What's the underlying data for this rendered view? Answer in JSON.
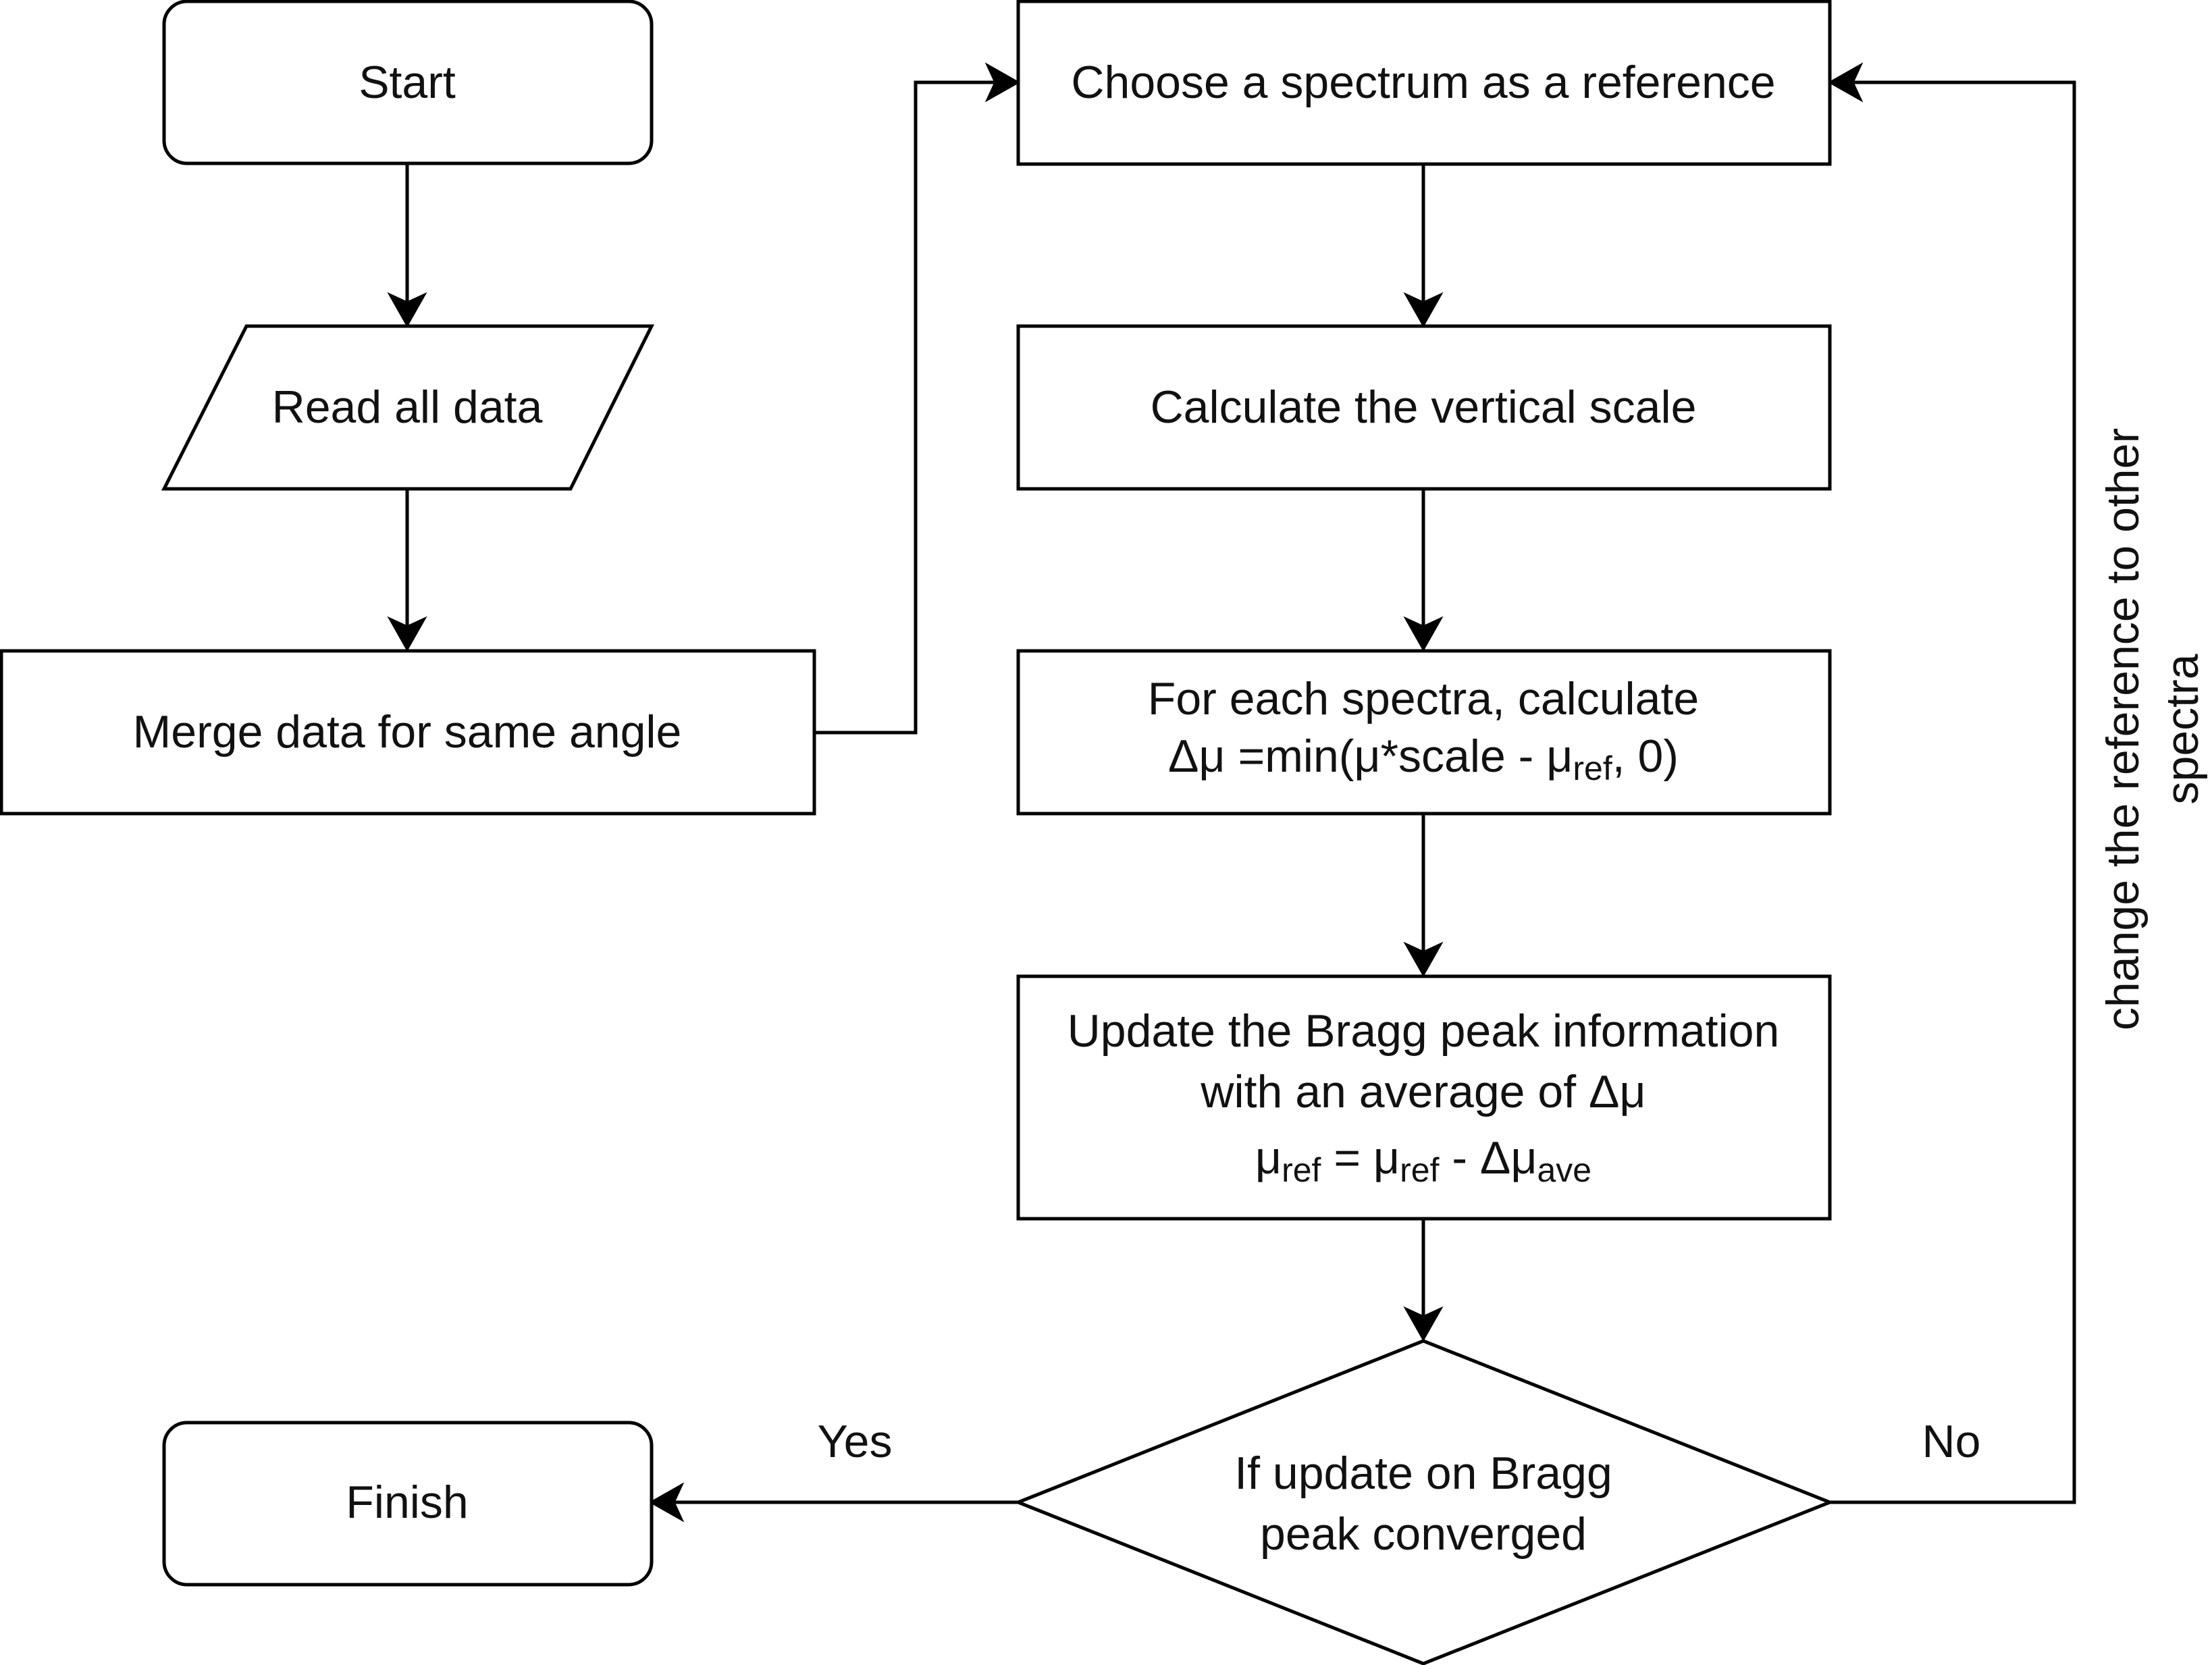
{
  "nodes": {
    "start": "Start",
    "read": "Read all data",
    "merge": "Merge data for same angle",
    "choose": "Choose a spectrum as a reference",
    "calc_scale": "Calculate the vertical scale",
    "for_each": {
      "line1": "For each spectra, calculate",
      "line2_main": "Δμ =min(μ*scale - μ",
      "line2_sub": "ref",
      "line2_tail": ", 0)"
    },
    "update": {
      "line1": "Update the Bragg peak information",
      "line2": "with an average of Δμ",
      "eq_mu1": "μ",
      "eq_ref1": "ref",
      "eq_mid": " = μ",
      "eq_ref2": "ref",
      "eq_minus": " - Δμ",
      "eq_ave": "ave"
    },
    "decision": {
      "line1": "If update on Bragg",
      "line2": "peak converged"
    },
    "finish": "Finish"
  },
  "edges": {
    "yes": "Yes",
    "no": "No",
    "loop_line1": "change the reference to other",
    "loop_line2": "spectra"
  }
}
